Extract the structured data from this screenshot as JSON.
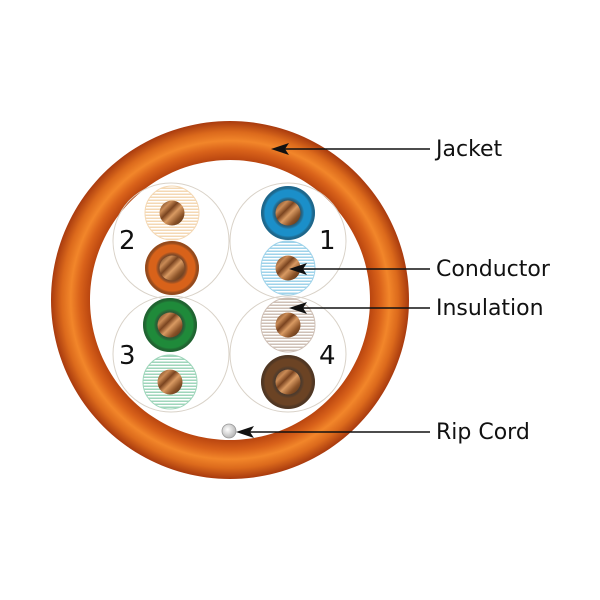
{
  "diagram": {
    "title": "Cable cross-section",
    "labels": {
      "jacket": "Jacket",
      "conductor": "Conductor",
      "insulation": "Insulation",
      "rip_cord": "Rip Cord"
    },
    "pairs": [
      {
        "number": "1",
        "solid_color": "#1b8fc9",
        "stripe_color": "#9fd3ea",
        "solid_name": "blue",
        "stripe_name": "blue-white"
      },
      {
        "number": "2",
        "solid_color": "#d8621a",
        "stripe_color": "#f4d8b4",
        "solid_name": "orange",
        "stripe_name": "orange-white"
      },
      {
        "number": "3",
        "solid_color": "#1f8a3a",
        "stripe_color": "#9fd6bb",
        "solid_name": "green",
        "stripe_name": "green-white"
      },
      {
        "number": "4",
        "solid_color": "#6b4324",
        "stripe_color": "#cfc0b6",
        "solid_name": "brown",
        "stripe_name": "brown-white"
      }
    ],
    "colors": {
      "jacket": "#e8751e",
      "jacket_dark": "#b8440f",
      "conductor": "#a8602c",
      "rip_cord": "#e4e4e4"
    }
  }
}
